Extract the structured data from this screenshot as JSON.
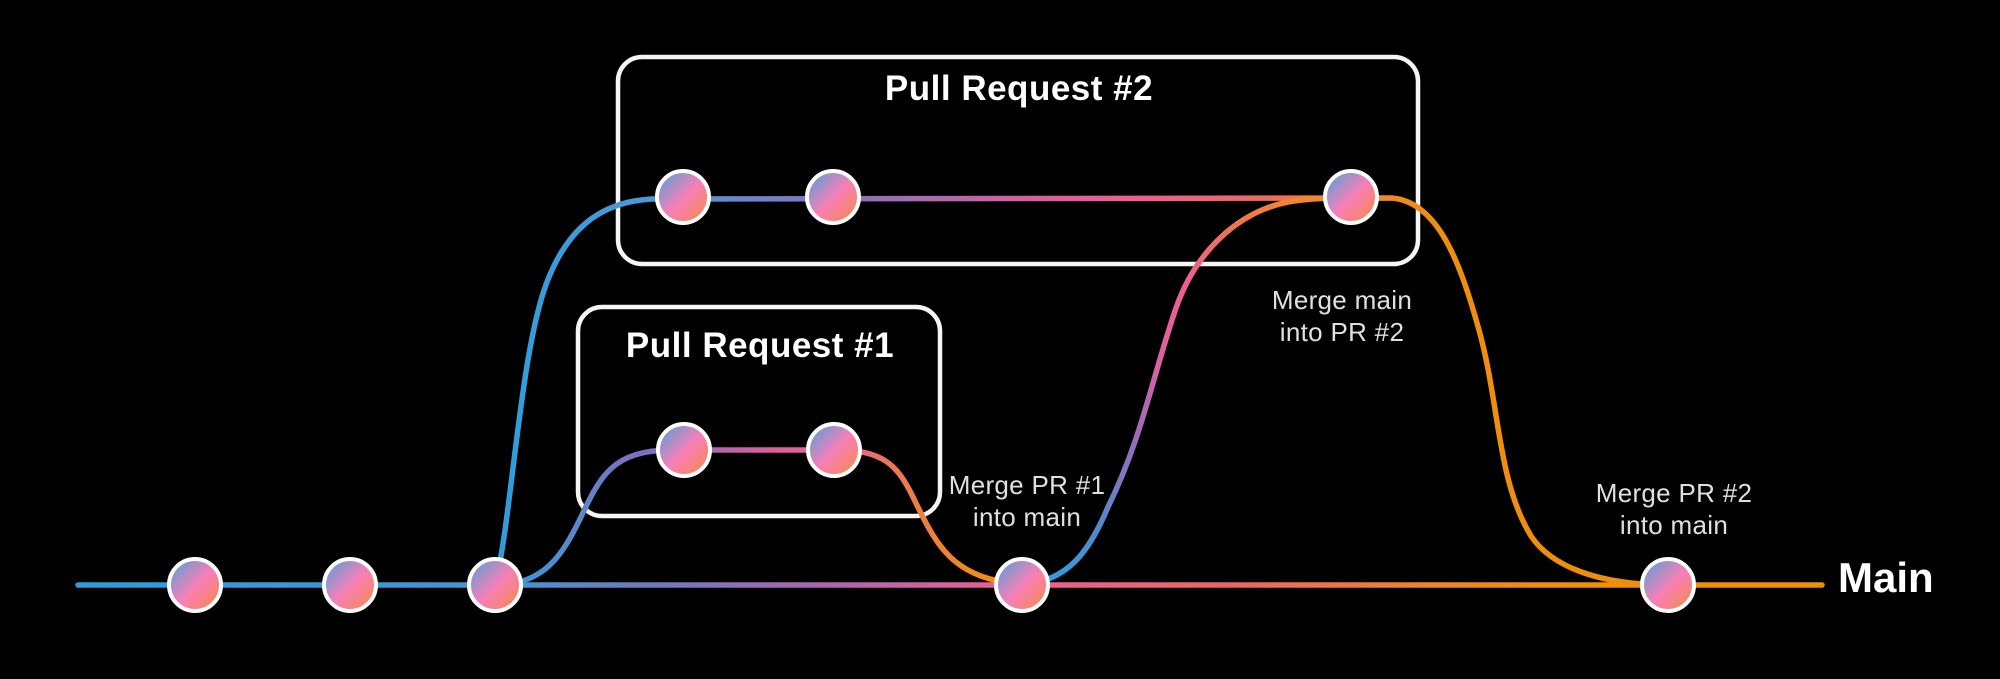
{
  "diagram": {
    "kind": "git-branching-workflow",
    "background": "#000000",
    "main_label": "Main",
    "boxes": [
      {
        "title": "Pull Request #2"
      },
      {
        "title": "Pull Request #1"
      }
    ],
    "annotations": [
      {
        "line1": "Merge PR #1",
        "line2": "into main"
      },
      {
        "line1": "Merge main",
        "line2": "into PR #2"
      },
      {
        "line1": "Merge PR #2",
        "line2": "into main"
      }
    ],
    "commit_counts": {
      "main": 5,
      "pull_request_1": 2,
      "pull_request_2": 3,
      "total": 10
    },
    "colors": {
      "background": "#000000",
      "box_border": "#f5f5f5",
      "title_text": "#ffffff",
      "annotation_text": "#e0e0e0",
      "main_label_text": "#ffffff",
      "branch_blue": "#2f9cdb",
      "branch_purple": "#8f6bb8",
      "branch_pink": "#ed5f93",
      "branch_orange": "#ee8e0c",
      "node_blue": "#45a3df",
      "node_pink": "#f97fb6",
      "node_orange": "#f28b3b",
      "node_ring": "#ffffff"
    }
  }
}
